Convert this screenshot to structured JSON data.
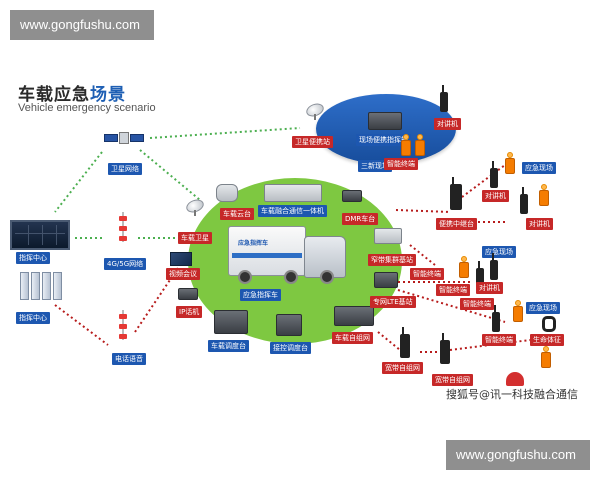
{
  "watermark": {
    "top": "www.gongfushu.com",
    "bottom": "www.gongfushu.com"
  },
  "title": {
    "cn_main": "车载应急",
    "cn_accent": "场景",
    "en": "Vehicle emergency scenario"
  },
  "truck_text": "应急指挥车",
  "labels": {
    "satellite_network": "卫星网络",
    "network_4g5g": "4G/5G网络",
    "phone_voice": "电话语音",
    "command_center_1": "指挥中心",
    "command_center_2": "指挥中心",
    "vehicle_ptz": "车载云台",
    "vehicle_fusion": "车载融合通信一体机",
    "dmr_station": "DMR车台",
    "vehicle_satellite": "车载卫星",
    "video_conf": "视频会议",
    "ip_phone": "IP话机",
    "command_vehicle": "应急指挥车",
    "dispatch_console": "车载调度台",
    "touch_console": "接控调度台",
    "ad_hoc_vehicle": "车载自组网",
    "narrowband_station": "窄带集群基站",
    "private_lte": "专网LTE基站",
    "portable_relay": "便携中继台",
    "walkie_1": "对讲机",
    "walkie_2": "对讲机",
    "walkie_3": "对讲机",
    "emergency_site_1": "应急现场",
    "emergency_site_2": "应急现场",
    "emergency_site_3": "应急现场",
    "smart_terminal_1": "智能终端",
    "smart_terminal_2": "智能终端",
    "smart_terminal_3": "智能终端",
    "smart_terminal_4": "智能终端",
    "smart_terminal_5": "智能终端",
    "vital_signs": "生命体征",
    "broadband_1": "宽带自组网",
    "broadband_2": "宽带自组网",
    "sat_portable": "卫星便携站",
    "site_portable_box": "现场便携指挥箱",
    "three_sites": "三新现场",
    "walkie_top": "对讲机"
  },
  "overlay_caption": "搜狐号@讯一科技融合通信",
  "colors": {
    "red_label": "#c62828",
    "blue_label": "#1d57b0",
    "green_area": "#7ec841",
    "dotted_green": "#4caf50",
    "dotted_red": "#b71c1c"
  }
}
